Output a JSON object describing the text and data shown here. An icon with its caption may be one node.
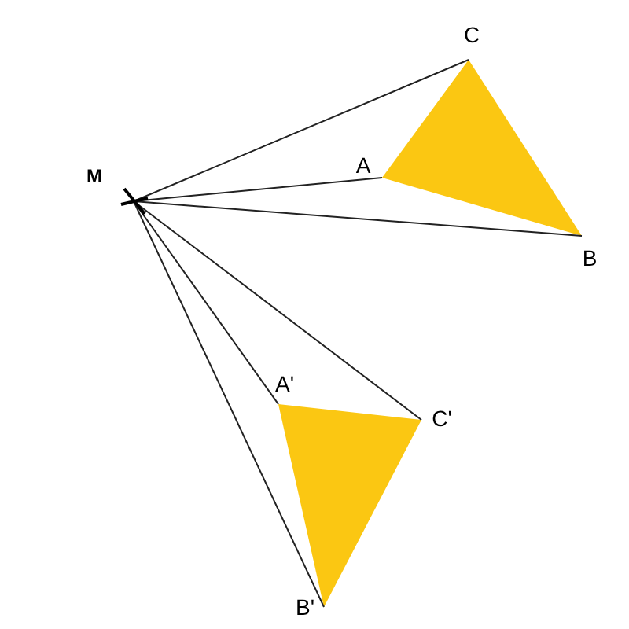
{
  "diagram": {
    "nodes": [
      {
        "text": [
          "M"
        ]
      },
      {
        "text": [
          "A"
        ]
      },
      {
        "text": [
          "B"
        ]
      },
      {
        "text": [
          "C"
        ]
      },
      {
        "text": [
          "A'"
        ]
      },
      {
        "text": [
          "B'"
        ]
      },
      {
        "text": [
          "C'"
        ]
      },
      {
        "text": [],
        "shape": "triangle"
      },
      {
        "text": [],
        "shape": "triangle"
      }
    ],
    "edges": [
      {
        "from": 0,
        "to": 1,
        "arrow": "none"
      },
      {
        "from": 0,
        "to": 2,
        "arrow": "none"
      },
      {
        "from": 0,
        "to": 3,
        "arrow": "none"
      },
      {
        "from": 0,
        "to": 4,
        "arrow": "none"
      },
      {
        "from": 0,
        "to": 5,
        "arrow": "none"
      },
      {
        "from": 0,
        "to": 6,
        "arrow": "none"
      }
    ]
  }
}
